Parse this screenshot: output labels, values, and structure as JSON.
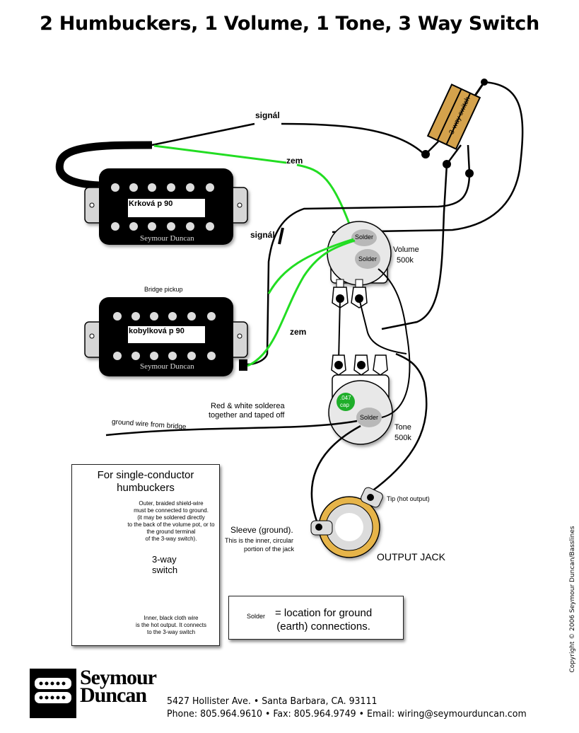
{
  "title": "2 Humbuckers, 1 Volume, 1 Tone, 3 Way Switch",
  "wire_labels": {
    "signal_top": "signál",
    "ground_top": "zem",
    "signal_mid": "signál",
    "ground_bridge": "zem"
  },
  "pickups": {
    "neck": {
      "label": "Krková p 90",
      "brand": "Seymour Duncan"
    },
    "bridge": {
      "caption": "Bridge pickup",
      "label": "kobylková p 90",
      "brand": "Seymour Duncan"
    }
  },
  "switch": {
    "label": "3-way switch"
  },
  "volume_pot": {
    "name": "Volume",
    "value": "500k",
    "solder_labels": [
      "Solder",
      "Solder"
    ]
  },
  "tone_pot": {
    "name": "Tone",
    "value": "500k",
    "cap_label_1": ".047",
    "cap_label_2": "cap",
    "solder_label": "Solder"
  },
  "annotations": {
    "red_white_1": "Red & white solderea",
    "red_white_2": "together and taped off",
    "ground_bridge_wire": "ground wire from bridge",
    "tip": "Tip (hot output)",
    "sleeve_1": "Sleeve (ground).",
    "sleeve_2": "This is the inner, circular",
    "sleeve_3": "portion of the jack",
    "output_jack": "OUTPUT JACK"
  },
  "inset": {
    "title_1": "For single-conductor",
    "title_2": "humbuckers",
    "outer_note": [
      "Outer, braided shield-wire",
      "must be connected to ground.",
      "(it may be soldered directly",
      "to the back of the volume pot, or to",
      "the ground terminal",
      "of the 3-way switch)."
    ],
    "switch_label_1": "3-way",
    "switch_label_2": "switch",
    "inner_note": [
      "Inner, black cloth wire",
      "is the hot output.  It connects",
      "to the 3-way switch"
    ]
  },
  "legend": {
    "solder": "Solder",
    "text_1": "= location for ground",
    "text_2": "(earth) connections."
  },
  "footer": {
    "brand_1": "Seymour",
    "brand_2": "Duncan",
    "address": "5427 Hollister Ave. • Santa Barbara, CA. 93111",
    "contact": "Phone: 805.964.9610 • Fax: 805.964.9749 • Email: wiring@seymourduncan.com",
    "copyright": "Copyright © 2006 Seymour Duncan/Basslines"
  },
  "colors": {
    "ground_wire": "#22dd22",
    "switch_body": "#d4a24c",
    "solder_blob": "#b8b8b8",
    "cap": "#1fae2a",
    "jack_ring": "#e6b44a"
  }
}
